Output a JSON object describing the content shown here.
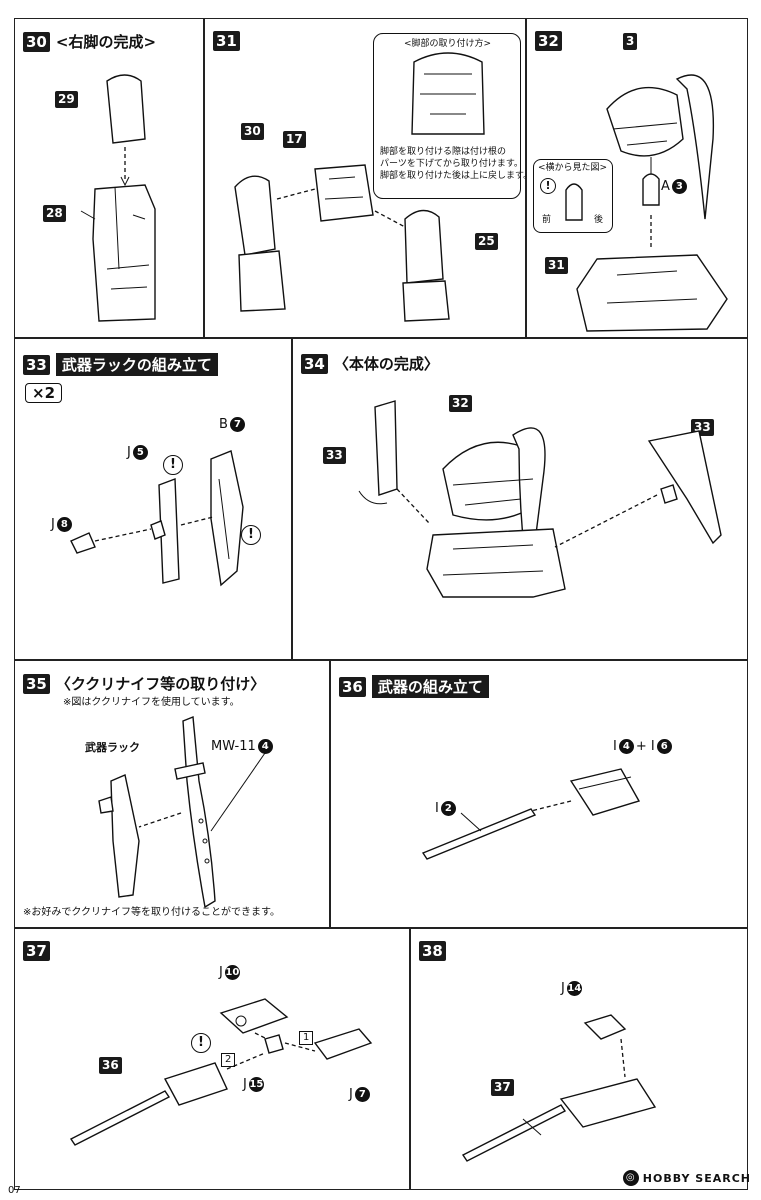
{
  "page_number": "07",
  "watermark": "HOBBY SEARCH",
  "steps": {
    "s30": {
      "num": "30",
      "title": "<右脚の完成>",
      "parts": {
        "a": "29",
        "b": "28"
      }
    },
    "s31": {
      "num": "31",
      "callout_title": "<脚部の取り付け方>",
      "callout_text1": "脚部を取り付ける際は付け根の",
      "callout_text2": "パーツを下げてから取り付けます。",
      "callout_text3": "脚部を取り付けた後は上に戻します。",
      "parts": {
        "a": "30",
        "b": "17",
        "c": "25"
      }
    },
    "s32": {
      "num": "32",
      "callout_title": "<横から見た図>",
      "front": "前",
      "back": "後",
      "label_a": "A",
      "label_a_num": "3",
      "parts": {
        "top": "3",
        "bottom": "31"
      }
    },
    "s33": {
      "num": "33",
      "title": "武器ラックの組み立て",
      "times": "×2",
      "b": "B",
      "b_num": "7",
      "j1": "J",
      "j1_num": "5",
      "j2": "J",
      "j2_num": "8"
    },
    "s34": {
      "num": "34",
      "title": "〈本体の完成〉",
      "parts": {
        "a": "32",
        "b": "33",
        "c": "33"
      }
    },
    "s35": {
      "num": "35",
      "title": "〈ククリナイフ等の取り付け〉",
      "subnote": "※図はククリナイフを使用しています。",
      "rack": "武器ラック",
      "mw": "MW-11",
      "mw_num": "4",
      "bottom_note": "※お好みでククリナイフ等を取り付けることができます。"
    },
    "s36": {
      "num": "36",
      "title": "武器の組み立て",
      "i_a": "I",
      "i_a_num": "4",
      "plus": "+ I",
      "i_b_num": "6",
      "i_c": "I",
      "i_c_num": "2"
    },
    "s37": {
      "num": "37",
      "part": "36",
      "j_a": "J",
      "j_a_num": "10",
      "j_b": "J",
      "j_b_num": "15",
      "j_c": "J",
      "j_c_num": "7",
      "box1": "1",
      "box2": "2"
    },
    "s38": {
      "num": "38",
      "part": "37",
      "j": "J",
      "j_num": "14"
    }
  },
  "excl": "!"
}
